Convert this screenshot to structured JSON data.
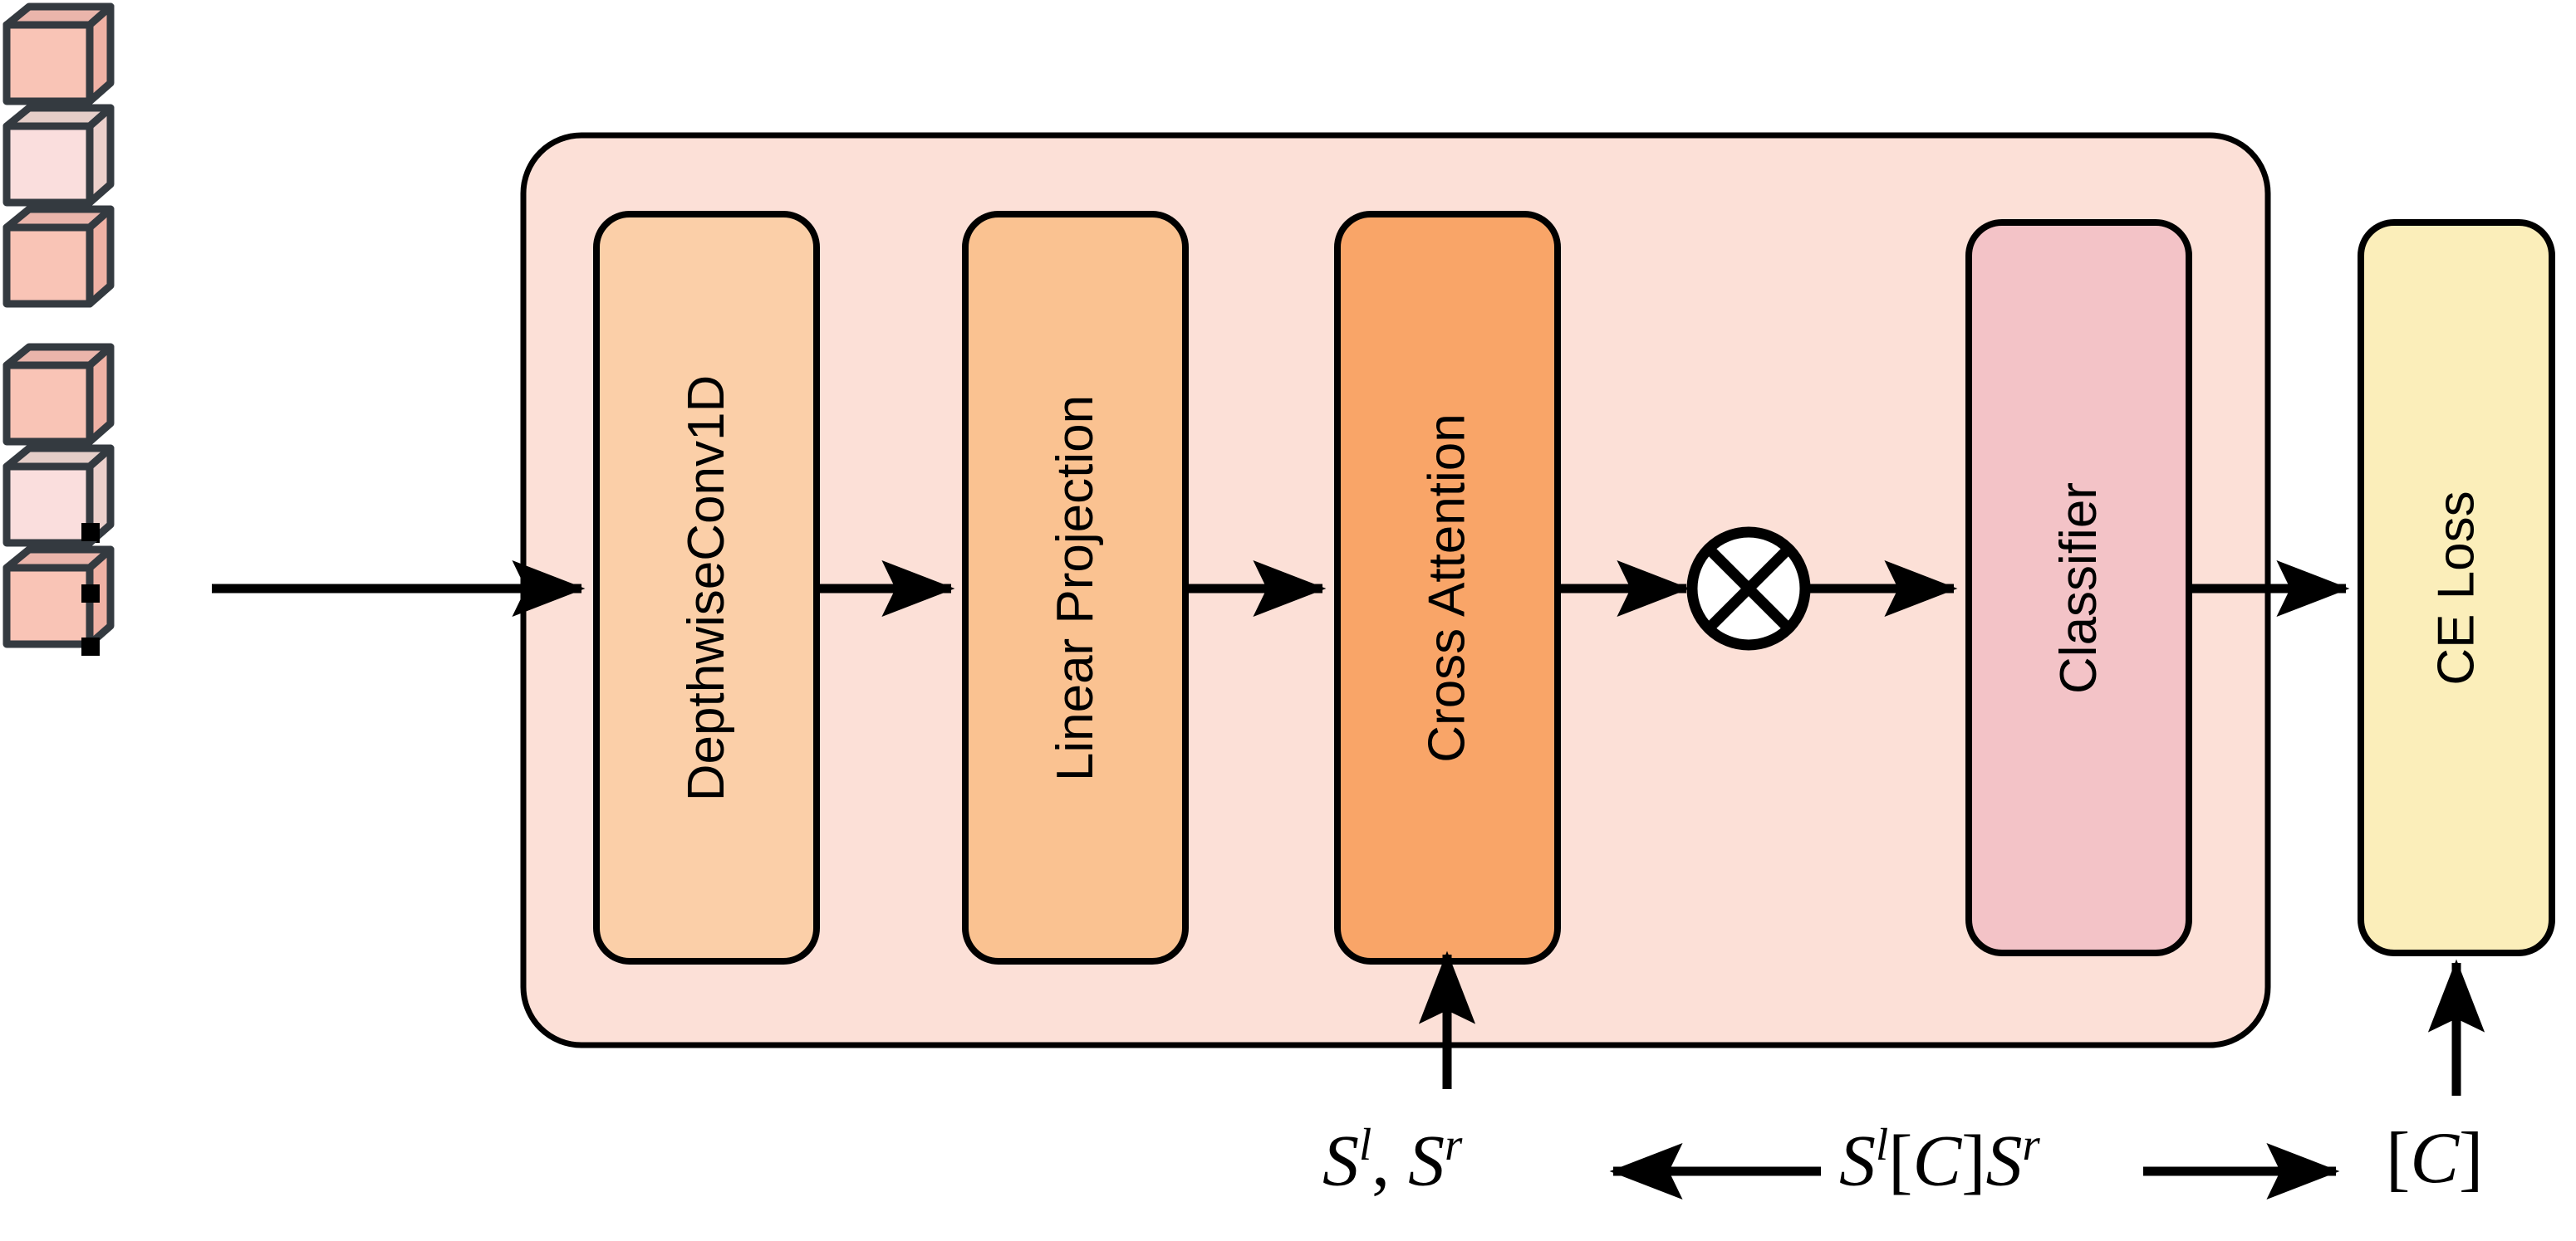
{
  "diagram": {
    "title": "Model architecture pipeline",
    "background_color": "#ffffff"
  },
  "input_stack": {
    "name": "input-feature-cubes",
    "cube_outline_color": "#343a40",
    "ellipsis_glyph": "▪",
    "ellipsis_count": 3,
    "cubes": [
      {
        "index": 0,
        "front_color": "#f9c4b6",
        "top_color": "#eab5ab",
        "side_color": "#efb1a4"
      },
      {
        "index": 1,
        "front_color": "#fadedd",
        "top_color": "#e5cec8",
        "side_color": "#ecd0cb"
      },
      {
        "index": 2,
        "front_color": "#f9c4b6",
        "top_color": "#eab5ab",
        "side_color": "#efb1a4"
      },
      {
        "index": 3,
        "front_color": "#f9c4b6",
        "top_color": "#eab5ab",
        "side_color": "#efb1a4"
      },
      {
        "index": 4,
        "front_color": "#fadedd",
        "top_color": "#e5cec8",
        "side_color": "#ecd0cb"
      },
      {
        "index": 5,
        "front_color": "#f9c4b6",
        "top_color": "#eab5ab",
        "side_color": "#efb1a4"
      }
    ]
  },
  "backbone_container": {
    "name": "backbone-container",
    "fill_color": "#fce0d7",
    "stroke_color": "#000000"
  },
  "modules": [
    {
      "id": "depthwise-conv1d",
      "label": "DepthwiseConv1D",
      "fill_color": "#fbcfa8",
      "stroke_color": "#000000",
      "font_size": 62
    },
    {
      "id": "linear-projection",
      "label": "Linear Projection",
      "fill_color": "#fac291",
      "stroke_color": "#000000",
      "font_size": 62
    },
    {
      "id": "cross-attention",
      "label": "Cross Attention",
      "fill_color": "#f9a568",
      "stroke_color": "#000000",
      "font_size": 62
    },
    {
      "id": "classifier",
      "label": "Classifier",
      "fill_color": "#f3c3c7",
      "stroke_color": "#000000",
      "font_size": 62
    }
  ],
  "loss_block": {
    "id": "ce-loss",
    "label": "CE Loss",
    "fill_color": "#fbeeba",
    "stroke_color": "#000000",
    "font_size": 62
  },
  "operator": {
    "id": "tensor-product",
    "symbol": "⊗",
    "description": "circled-times-operator",
    "fill_color": "#ffffff",
    "stroke_color": "#000000"
  },
  "annotations": {
    "left_scores": {
      "id": "left-right-scores",
      "text": "S^l, S^r",
      "parts": {
        "s1": "S",
        "sup1": "l",
        "comma": ",",
        "s2": "S",
        "sup2": "r"
      }
    },
    "sentence_pair": {
      "id": "sentence-pair-with-class-token",
      "text": "S^l[C]S^r",
      "parts": {
        "s1": "S",
        "sup1": "l",
        "open": "[",
        "c": "C",
        "close": "]",
        "s2": "S",
        "sup2": "r"
      }
    },
    "class_token": {
      "id": "class-token",
      "text": "[C]",
      "parts": {
        "open": "[",
        "c": "C",
        "close": "]"
      }
    }
  },
  "arrows": [
    {
      "id": "arrow-input-to-conv",
      "direction": "right"
    },
    {
      "id": "arrow-conv-to-linear",
      "direction": "right"
    },
    {
      "id": "arrow-linear-to-attention",
      "direction": "right"
    },
    {
      "id": "arrow-attention-to-operator",
      "direction": "right"
    },
    {
      "id": "arrow-operator-to-classifier",
      "direction": "right"
    },
    {
      "id": "arrow-classifier-to-loss",
      "direction": "right"
    },
    {
      "id": "arrow-scores-to-attention",
      "direction": "up"
    },
    {
      "id": "arrow-classtoken-to-loss",
      "direction": "up"
    },
    {
      "id": "arrow-pair-to-scores",
      "direction": "left"
    },
    {
      "id": "arrow-pair-to-classtoken",
      "direction": "right"
    }
  ]
}
